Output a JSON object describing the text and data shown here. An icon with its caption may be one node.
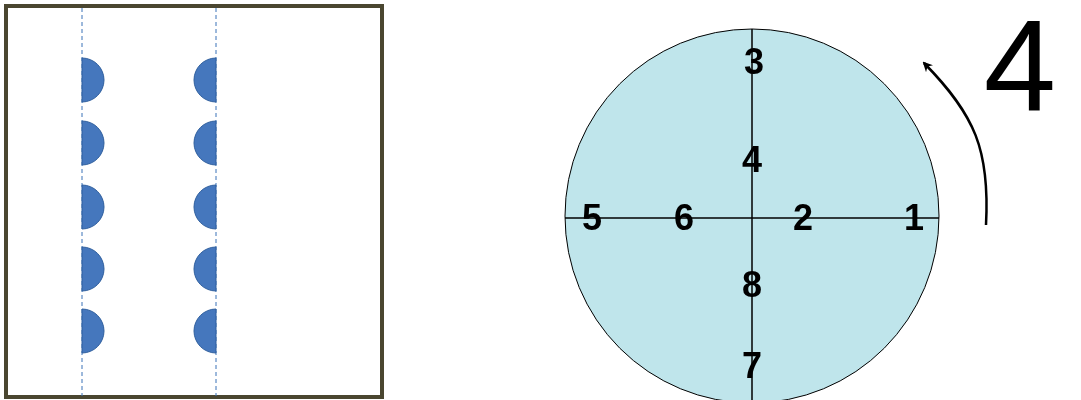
{
  "diagram": {
    "labels": [
      "3",
      "4",
      "5",
      "6",
      "2",
      "1",
      "8",
      "7",
      "4"
    ]
  }
}
